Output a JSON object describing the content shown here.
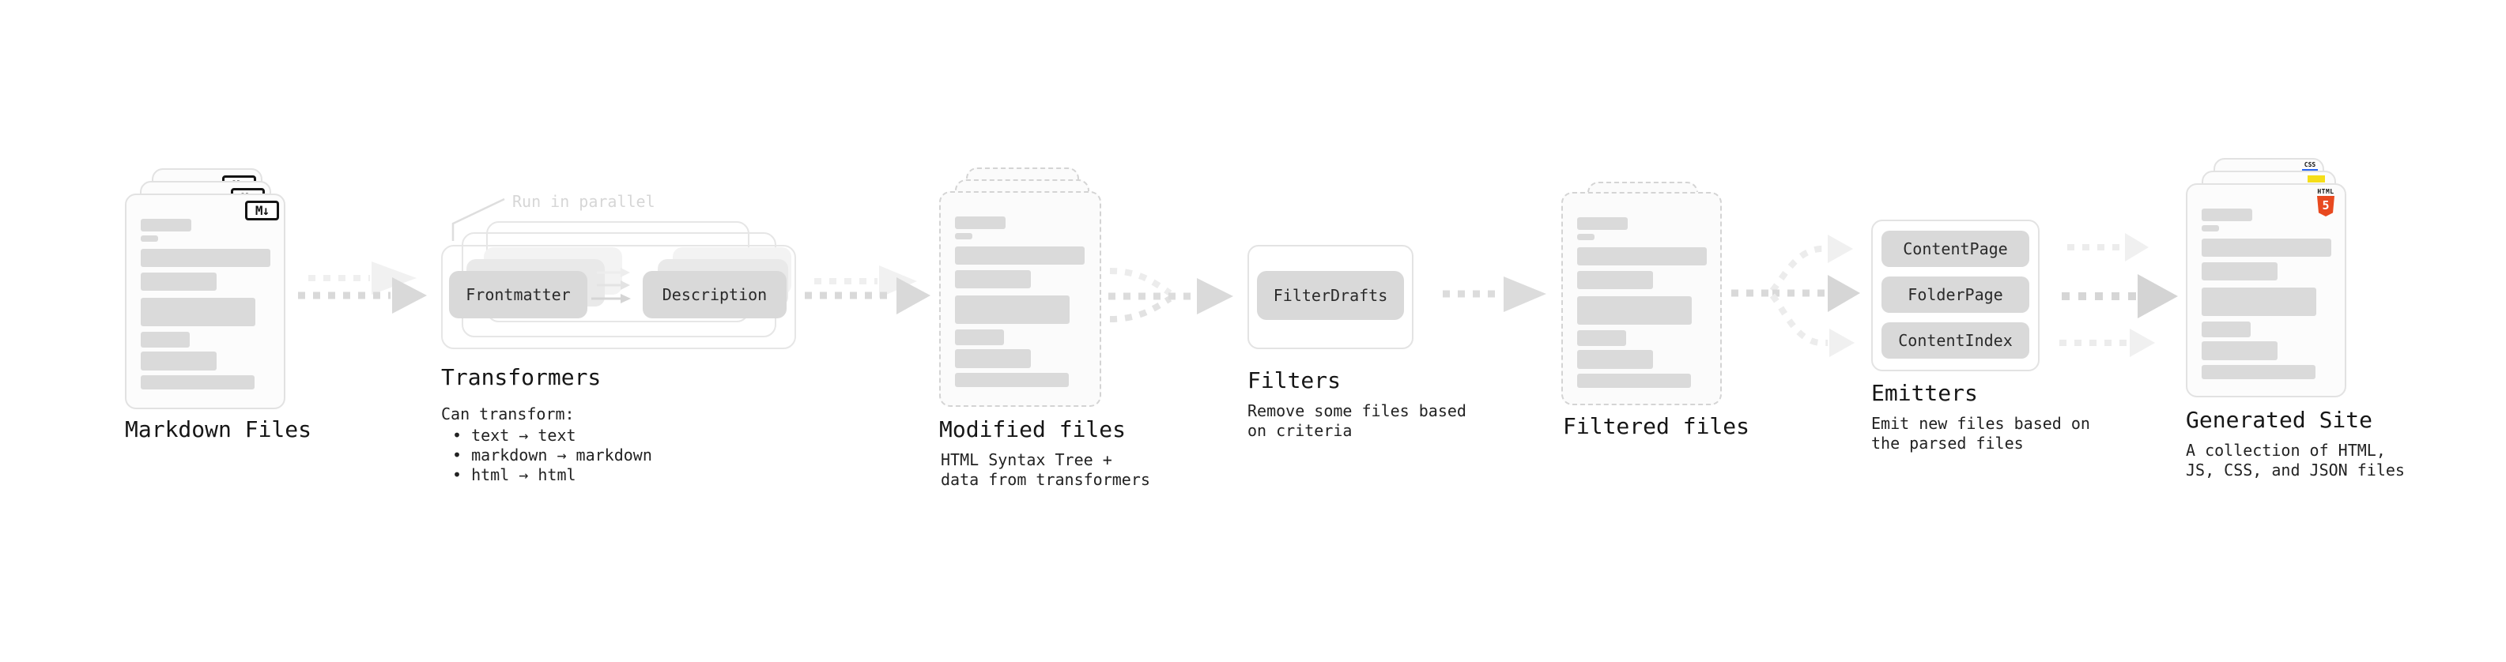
{
  "nodes": {
    "markdown_files": {
      "label": "Markdown Files",
      "badge": "M↓"
    },
    "transformers": {
      "label": "Transformers",
      "annotation": "Run in parallel",
      "pill_left": "Frontmatter",
      "pill_right": "Description",
      "list_title": "Can transform:",
      "bullets": [
        "• text → text",
        "• markdown → markdown",
        "• html → html"
      ]
    },
    "modified_files": {
      "label": "Modified files",
      "description_lines": [
        "HTML Syntax Tree +",
        "data from transformers"
      ]
    },
    "filters": {
      "label": "Filters",
      "pill": "FilterDrafts",
      "description_lines": [
        "Remove some files based",
        "on criteria"
      ]
    },
    "filtered_files": {
      "label": "Filtered files"
    },
    "emitters": {
      "label": "Emitters",
      "pills": [
        "ContentPage",
        "FolderPage",
        "ContentIndex"
      ],
      "description_lines": [
        "Emit new files based on",
        "the parsed files"
      ]
    },
    "generated_site": {
      "label": "Generated Site",
      "description_lines": [
        "A collection of HTML,",
        "JS, CSS, and JSON files"
      ],
      "badges": {
        "css": "CSS",
        "html": "HTML",
        "html_five": "5"
      }
    }
  },
  "colors": {
    "html5_orange": "#e8491f",
    "js_yellow": "#f5de19",
    "css_blue": "#2965f1",
    "skeleton_gray": "#dadada",
    "pill_gray": "#d9d9d9",
    "arrow_gray": "#d9d9d9",
    "arrow_light": "#eeeeee"
  }
}
